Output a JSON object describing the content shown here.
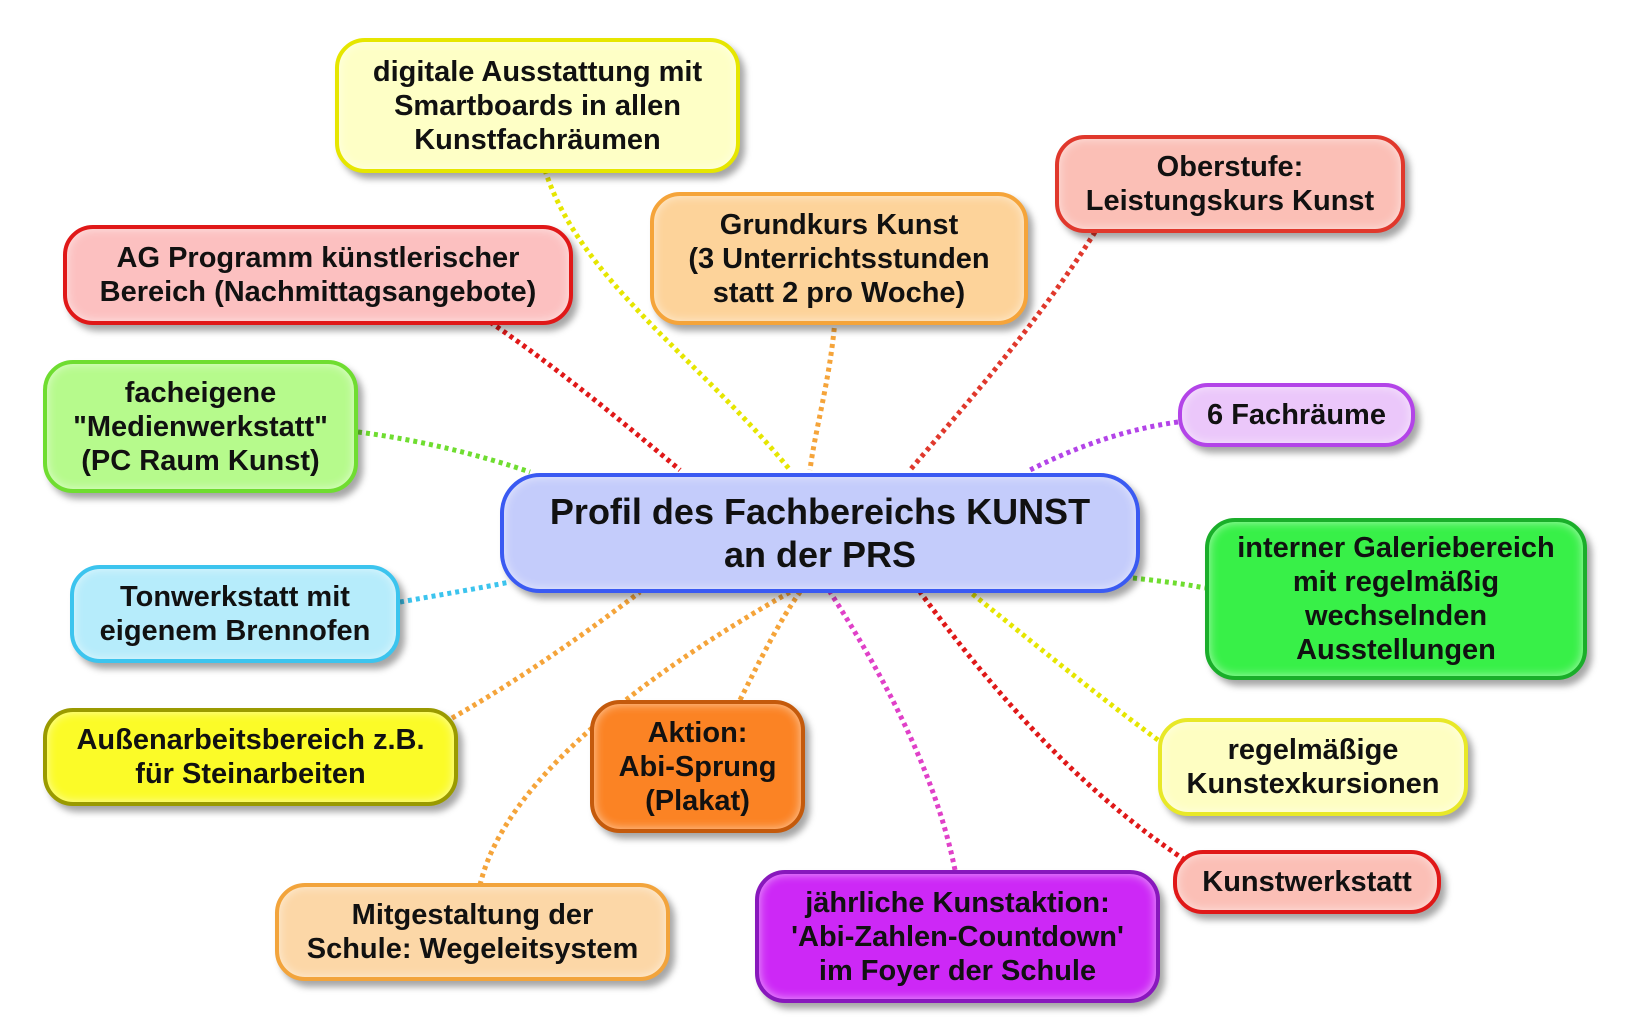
{
  "diagram": {
    "center": {
      "lines": [
        "Profil des Fachbereichs KUNST",
        "an der PRS"
      ]
    },
    "nodes": [
      {
        "id": "ag-programm",
        "lines": [
          "AG Programm künstlerischer",
          "Bereich (Nachmittagsangebote)"
        ],
        "color": "#e01818"
      },
      {
        "id": "digitale-ausstattung",
        "lines": [
          "digitale Ausstattung mit",
          "Smartboards in allen",
          "Kunstfachräumen"
        ],
        "color": "#e6e600"
      },
      {
        "id": "grundkurs",
        "lines": [
          "Grundkurs Kunst",
          "(3 Unterrichtsstunden",
          "statt 2 pro Woche)"
        ],
        "color": "#f5a43a"
      },
      {
        "id": "oberstufe",
        "lines": [
          "Oberstufe:",
          "Leistungskurs Kunst"
        ],
        "color": "#e0382c"
      },
      {
        "id": "medienwerkstatt",
        "lines": [
          "facheigene",
          "\"Medienwerkstatt\"",
          "(PC Raum Kunst)"
        ],
        "color": "#6fdd30"
      },
      {
        "id": "fachraeume",
        "lines": [
          "6 Fachräume"
        ],
        "color": "#b344e8"
      },
      {
        "id": "tonwerkstatt",
        "lines": [
          "Tonwerkstatt mit",
          "eigenem Brennofen"
        ],
        "color": "#3cc4ee"
      },
      {
        "id": "galerie",
        "lines": [
          "interner Galeriebereich",
          "mit regelmäßig",
          "wechselnden",
          "Ausstellungen"
        ],
        "color": "#1aae2a"
      },
      {
        "id": "aussenarbeit",
        "lines": [
          "Außenarbeitsbereich z.B.",
          "für Steinarbeiten"
        ],
        "color": "#9a9a00"
      },
      {
        "id": "abi-sprung",
        "lines": [
          "Aktion:",
          "Abi-Sprung",
          "(Plakat)"
        ],
        "color": "#c45a0c"
      },
      {
        "id": "exkursionen",
        "lines": [
          "regelmäßige",
          "Kunstexkursionen"
        ],
        "color": "#e8e828"
      },
      {
        "id": "wegeleitsystem",
        "lines": [
          "Mitgestaltung der",
          "Schule: Wegeleitsystem"
        ],
        "color": "#f2a43c"
      },
      {
        "id": "kunstaktion",
        "lines": [
          "jährliche Kunstaktion:",
          "'Abi-Zahlen-Countdown'",
          "im Foyer der Schule"
        ],
        "color": "#8818bc"
      },
      {
        "id": "kunstwerkstatt",
        "lines": [
          "Kunstwerkstatt"
        ],
        "color": "#e01818"
      }
    ]
  }
}
